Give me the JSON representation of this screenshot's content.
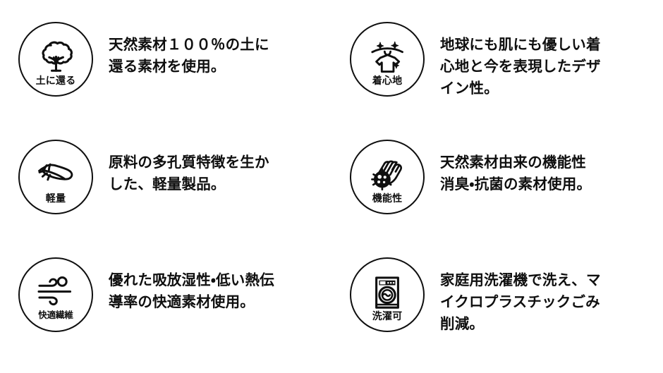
{
  "features": [
    {
      "icon": "tree-icon",
      "badge_label": "土に還る",
      "description": "天然素材１００％の土に\n還る素材を使用。"
    },
    {
      "icon": "tshirt-hanger-sparkle-icon",
      "badge_label": "着心地",
      "description": "地球にも肌にも優しい着\n心地と今を表現したデザ\nイン性。"
    },
    {
      "icon": "feather-icon",
      "badge_label": "軽量",
      "description": "原料の多孔質特徴を生か\nした、軽量製品。"
    },
    {
      "icon": "hand-germ-icon",
      "badge_label": "機能性",
      "description": "天然素材由来の機能性\n消臭・抗菌の素材使用。"
    },
    {
      "icon": "wind-icon",
      "badge_label": "快適繊維",
      "description": "優れた吸放湿性・低い熱伝\n導率の快適素材使用。"
    },
    {
      "icon": "washing-machine-icon",
      "badge_label": "洗濯可",
      "description": "家庭用洗濯機で洗え、マ\nイクロプラスチックごみ\n削減。"
    }
  ],
  "colors": {
    "ink": "#0f0f0f",
    "background": "#ffffff"
  }
}
